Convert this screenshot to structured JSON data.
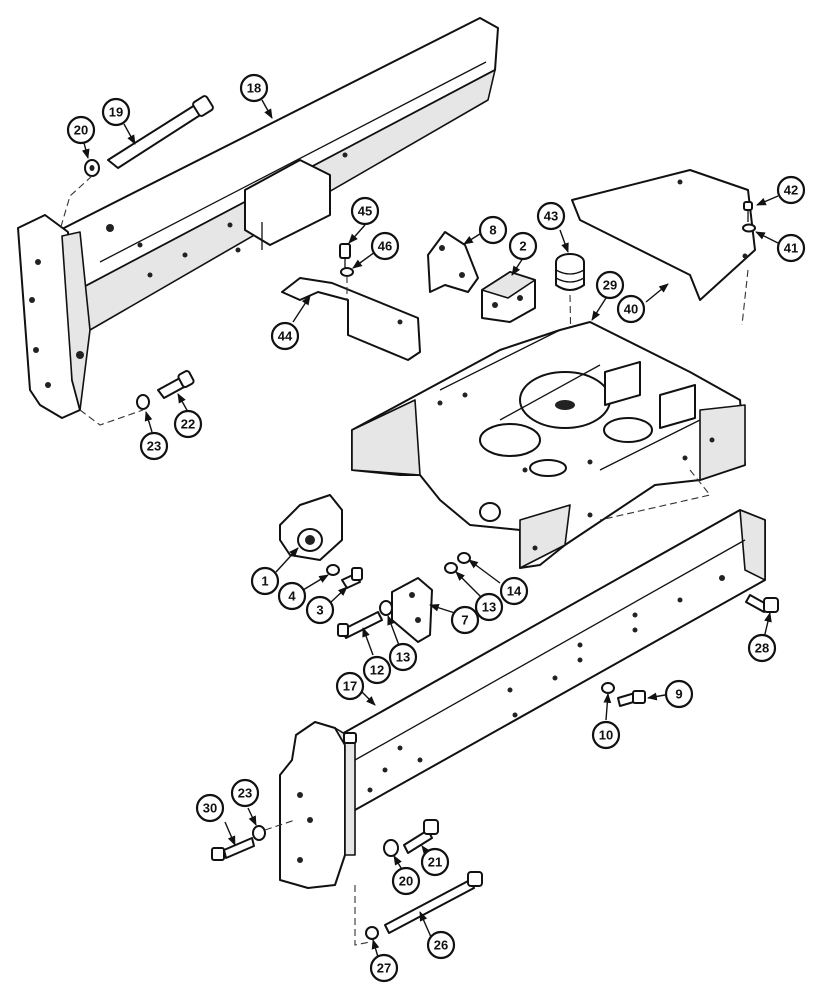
{
  "callouts": {
    "c1": "1",
    "c2": "2",
    "c3": "3",
    "c4": "4",
    "c7": "7",
    "c8": "8",
    "c9": "9",
    "c10": "10",
    "c12": "12",
    "c13a": "13",
    "c13b": "13",
    "c14": "14",
    "c17": "17",
    "c18": "18",
    "c19": "19",
    "c20a": "20",
    "c20b": "20",
    "c21": "21",
    "c22": "22",
    "c23a": "23",
    "c23b": "23",
    "c26": "26",
    "c27": "27",
    "c28": "28",
    "c29": "29",
    "c30": "30",
    "c40": "40",
    "c41": "41",
    "c42": "42",
    "c43": "43",
    "c44": "44",
    "c45": "45",
    "c46": "46"
  }
}
